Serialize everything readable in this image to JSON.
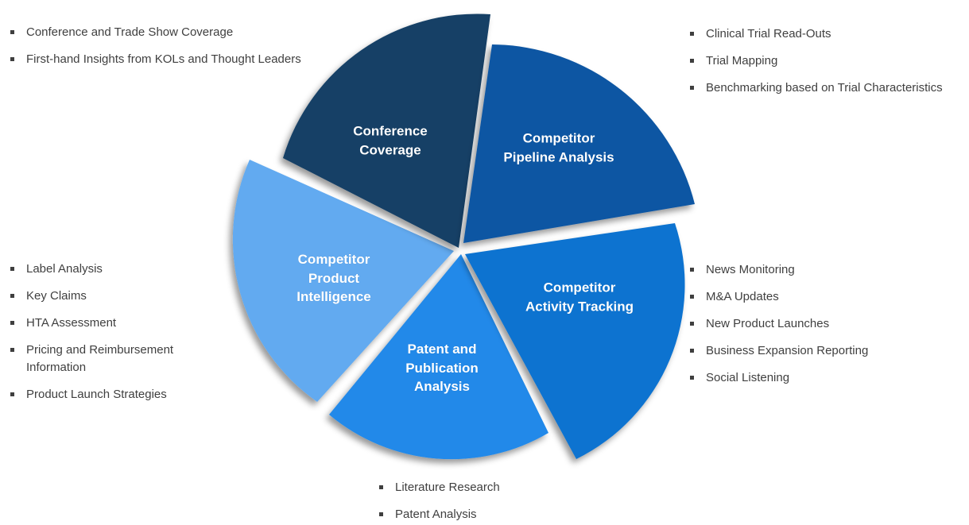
{
  "pie": {
    "slices": [
      {
        "id": "conference-coverage",
        "label_lines": [
          "Conference",
          "Coverage"
        ],
        "color": "#133F66"
      },
      {
        "id": "competitor-pipeline-analysis",
        "label_lines": [
          "Competitor",
          "Pipeline Analysis"
        ],
        "color": "#0E56A3"
      },
      {
        "id": "competitor-activity-tracking",
        "label_lines": [
          "Competitor",
          "Activity Tracking"
        ],
        "color": "#0C73D0"
      },
      {
        "id": "patent-and-publication-analysis",
        "label_lines": [
          "Patent and",
          "Publication",
          "Analysis"
        ],
        "color": "#2189E9"
      },
      {
        "id": "competitor-product-intelligence",
        "label_lines": [
          "Competitor",
          "Product",
          "Intelligence"
        ],
        "color": "#62AAF0"
      }
    ]
  },
  "lists": {
    "conference_coverage": {
      "items": [
        "Conference and Trade Show Coverage",
        "First-hand Insights from KOLs and Thought Leaders"
      ]
    },
    "pipeline_analysis": {
      "items": [
        "Clinical Trial Read-Outs",
        "Trial Mapping",
        "Benchmarking based on Trial Characteristics"
      ]
    },
    "product_intelligence": {
      "items": [
        "Label Analysis",
        "Key Claims",
        "HTA Assessment",
        "Pricing and Reimbursement Information",
        "Product Launch Strategies"
      ]
    },
    "activity_tracking": {
      "items": [
        "News Monitoring",
        "M&A Updates",
        "New Product Launches",
        "Business Expansion Reporting",
        "Social Listening"
      ]
    },
    "patent_publication": {
      "items": [
        "Literature Research",
        "Patent Analysis"
      ]
    }
  },
  "colors": {
    "background": "#FFFFFF",
    "list_text": "#3F3F3F",
    "slice_label_text": "#FFFFFF"
  }
}
